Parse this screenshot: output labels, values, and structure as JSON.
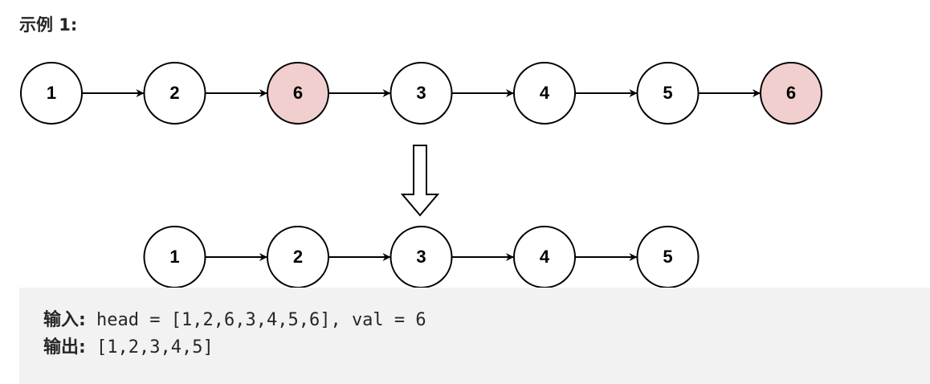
{
  "example": {
    "title": "示例 1:"
  },
  "diagram": {
    "before": [
      "1",
      "2",
      "6",
      "3",
      "4",
      "5",
      "6"
    ],
    "after": [
      "1",
      "2",
      "3",
      "4",
      "5"
    ],
    "highlight_value": "6",
    "colors": {
      "node_fill": "#ffffff",
      "highlight_fill": "#f2cfcf",
      "stroke": "#000000"
    }
  },
  "io": {
    "input_label": "输入:",
    "input_value": " head = [1,2,6,3,4,5,6], val = 6",
    "output_label": "输出:",
    "output_value": " [1,2,3,4,5]"
  }
}
